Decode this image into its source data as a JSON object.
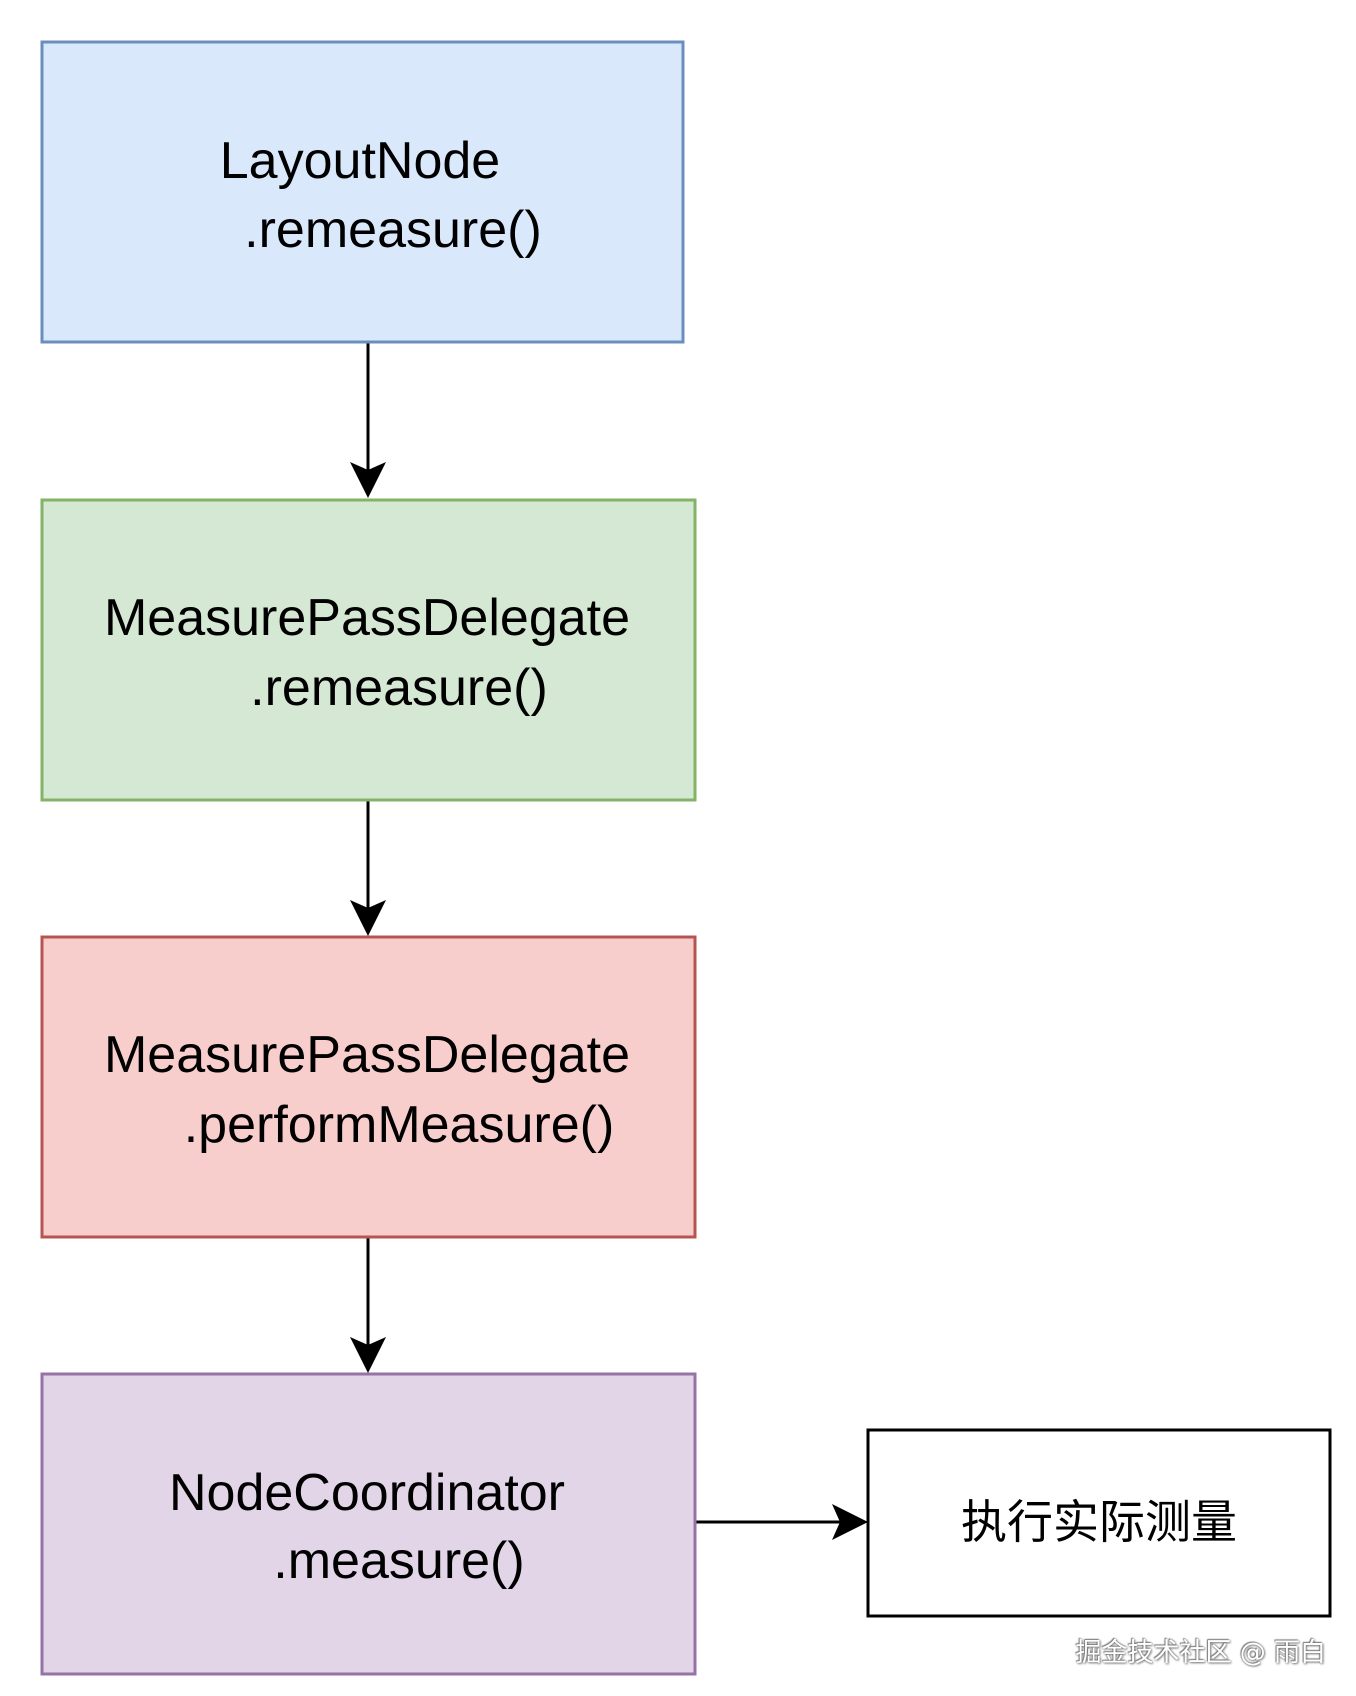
{
  "diagram": {
    "nodes": [
      {
        "id": "layoutnode-remeasure",
        "lines": [
          "LayoutNode",
          ".remeasure()"
        ],
        "fill": "#dae8fc",
        "stroke": "#6c8ebf"
      },
      {
        "id": "measurepassdelegate-remeasure",
        "lines": [
          "MeasurePassDelegate",
          ".remeasure()"
        ],
        "fill": "#d5e8d4",
        "stroke": "#82b366"
      },
      {
        "id": "measurepassdelegate-performmeasure",
        "lines": [
          "MeasurePassDelegate",
          ".performMeasure()"
        ],
        "fill": "#f8cecc",
        "stroke": "#b85450"
      },
      {
        "id": "nodecoordinator-measure",
        "lines": [
          "NodeCoordinator",
          ".measure()"
        ],
        "fill": "#e1d5e7",
        "stroke": "#9673a6"
      },
      {
        "id": "execute-measure",
        "lines": [
          "执行实际测量"
        ],
        "fill": "#ffffff",
        "stroke": "#000000"
      }
    ],
    "edges": [
      {
        "from": "layoutnode-remeasure",
        "to": "measurepassdelegate-remeasure"
      },
      {
        "from": "measurepassdelegate-remeasure",
        "to": "measurepassdelegate-performmeasure"
      },
      {
        "from": "measurepassdelegate-performmeasure",
        "to": "nodecoordinator-measure"
      },
      {
        "from": "nodecoordinator-measure",
        "to": "execute-measure"
      }
    ]
  },
  "watermark": "掘金技术社区 @ 雨白"
}
